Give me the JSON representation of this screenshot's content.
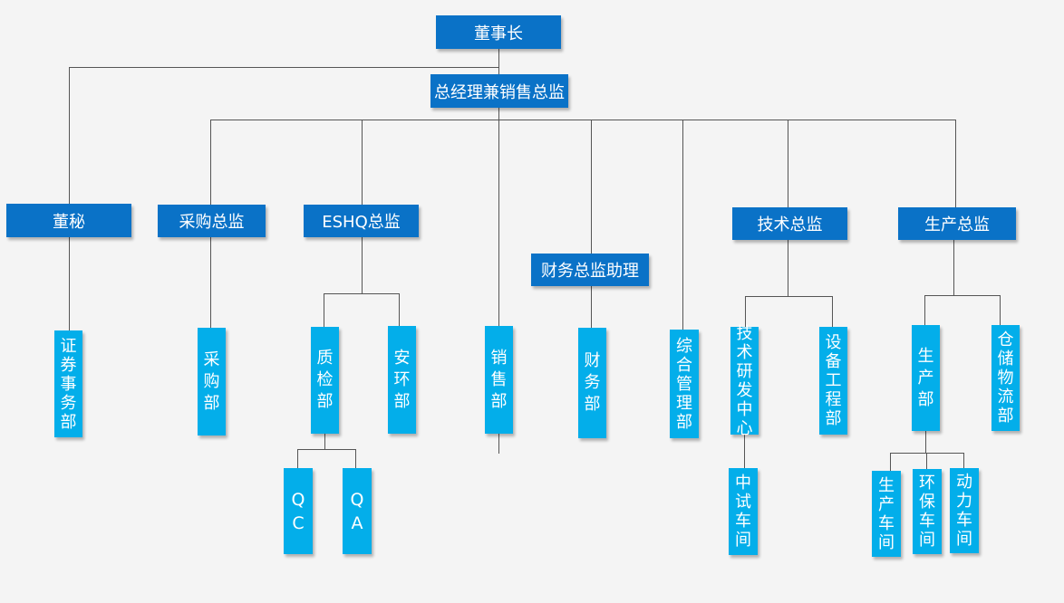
{
  "chart": {
    "chairman": "董事长",
    "gm": "总经理兼销售总监",
    "secretary": "董秘",
    "procurement_director": "采购总监",
    "eshq_director": "ESHQ总监",
    "finance_assistant": "财务总监助理",
    "tech_director": "技术总监",
    "production_director": "生产总监",
    "securities_dept": "证券事务部",
    "procurement_dept": "采购部",
    "qc_dept": "质检部",
    "env_safety_dept": "安环部",
    "sales_dept": "销售部",
    "finance_dept": "财务部",
    "admin_dept": "综合管理部",
    "rnd_center": "技术研发中心",
    "equipment_dept": "设备工程部",
    "production_dept": "生产部",
    "logistics_dept": "仓储物流部",
    "qc": "QC",
    "qa": "QA",
    "pilot_workshop": "中试车间",
    "production_workshop": "生产车间",
    "env_workshop": "环保车间",
    "power_workshop": "动力车间"
  },
  "colors": {
    "primary_box": "#0a72c7",
    "secondary_box": "#03aeea",
    "connector": "#555555",
    "background": "#f4f4f4"
  }
}
